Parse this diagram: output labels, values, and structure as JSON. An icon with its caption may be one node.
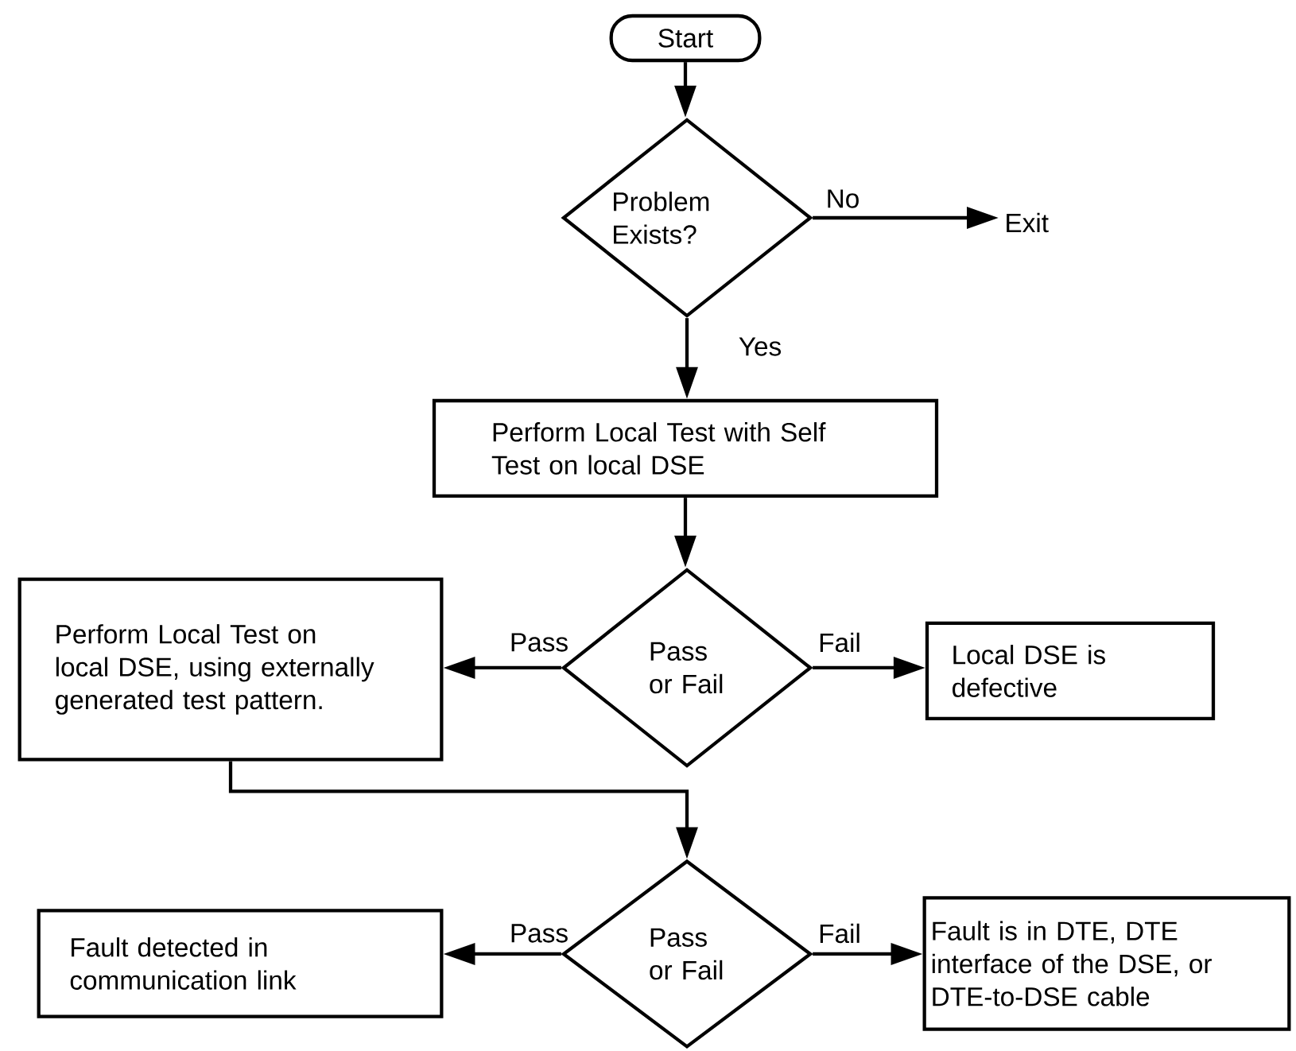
{
  "diagram": {
    "nodes": [
      {
        "text": [
          "Start"
        ]
      },
      {
        "text": [
          "Problem Exists?"
        ]
      },
      {
        "text": [
          "Exit"
        ]
      },
      {
        "text": [
          "Perform Local Test with Self Test on local DSE"
        ]
      },
      {
        "text": [
          "Pass or Fail"
        ]
      },
      {
        "text": [
          "Perform Local Test on local DSE, using externally generated test pattern."
        ]
      },
      {
        "text": [
          "Local DSE is defective"
        ]
      },
      {
        "text": [
          "Pass or Fail"
        ]
      },
      {
        "text": [
          "Fault detected in communication link"
        ]
      },
      {
        "text": [
          "Fault is in DTE, DTE interface of the DSE, or DTE-to-DSE cable"
        ]
      }
    ],
    "edges": [
      {
        "from": 0,
        "to": 1,
        "arrow": "to"
      },
      {
        "from": 1,
        "to": 2,
        "arrow": "to",
        "label": "No"
      },
      {
        "from": 1,
        "to": 3,
        "arrow": "to",
        "label": "Yes"
      },
      {
        "from": 3,
        "to": 4,
        "arrow": "to"
      },
      {
        "from": 4,
        "to": 5,
        "arrow": "to",
        "label": "Pass"
      },
      {
        "from": 4,
        "to": 6,
        "arrow": "to",
        "label": "Fail"
      },
      {
        "from": 5,
        "to": 7,
        "arrow": "to"
      },
      {
        "from": 7,
        "to": 8,
        "arrow": "to",
        "label": "Pass"
      },
      {
        "from": 7,
        "to": 9,
        "arrow": "to",
        "label": "Fail"
      }
    ]
  }
}
